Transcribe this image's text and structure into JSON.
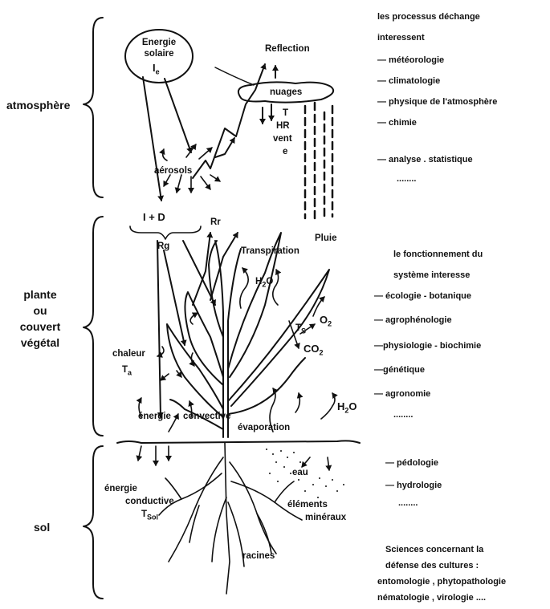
{
  "zones": {
    "atmosphere": "atmosphère",
    "plante_line1": "plante",
    "plante_line2": "ou",
    "plante_line3": "couvert",
    "plante_line4": "végétal",
    "sol": "sol"
  },
  "diagram": {
    "sun_line1": "Energie",
    "sun_line2": "solaire",
    "sun_symbol": "I",
    "sun_symbol_sub": "e",
    "reflection": "Reflection",
    "nuages": "nuages",
    "t": "T",
    "hr": "HR",
    "vent": "vent",
    "e": "e",
    "aerosols": "aérosols",
    "i_plus_d": "I  +  D",
    "rr": "Rr",
    "rg": "Rg",
    "transpiration": "Transpiration",
    "pluie": "Pluie",
    "h2o_leaf": "H",
    "h2o_sub": "2",
    "h2o_o": "O",
    "o2": "O",
    "o2_sub": "2",
    "co2": "CO",
    "co2_sub": "2",
    "ts": "T",
    "ts_sub": "S",
    "chaleur": "chaleur",
    "ta": "T",
    "ta_sub": "a",
    "energie_convective_1": "énergie",
    "energie_convective_2": "convective",
    "evaporation": "évaporation",
    "h2o_soil": "H",
    "h2o_soil_sub": "2",
    "h2o_soil_o": "O",
    "eau": "eau",
    "energie_conductive_1": "énergie",
    "energie_conductive_2": "conductive",
    "tsol": "T",
    "tsol_sub": "Sol",
    "elements_1": "éléments",
    "elements_2": "minéraux",
    "racines": "racines"
  },
  "side_atmosphere": {
    "title_1": "les processus déchange",
    "title_2": "interessent",
    "items": [
      "— météorologie",
      "— climatologie",
      "— physique de l'atmosphère",
      "— chimie"
    ],
    "extra": "— analyse . statistique",
    "dots": "........"
  },
  "side_plant": {
    "title_1": "le fonctionnement du",
    "title_2": "système interesse",
    "items": [
      "— écologie - botanique",
      "— agrophénologie",
      "—physiologie - biochimie",
      "—génétique",
      "— agronomie"
    ],
    "dots": "........"
  },
  "side_soil": {
    "items": [
      "— pédologie",
      "— hydrologie"
    ],
    "dots": "........"
  },
  "sciences": {
    "line1": "Sciences concernant la",
    "line2": "défense des cultures :",
    "line3": "entomologie , phytopathologie",
    "line4": "nématologie , virologie ...."
  },
  "colors": {
    "ink": "#111111",
    "background": "#ffffff"
  }
}
